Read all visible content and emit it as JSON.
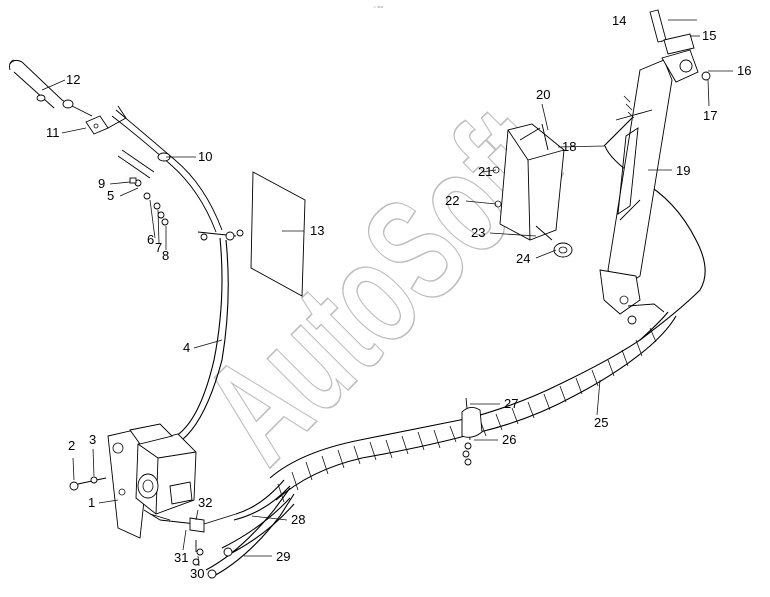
{
  "watermark": "AutoSoft",
  "top_mark": "~ ==",
  "parts": [
    {
      "id": "p1",
      "label": "1"
    },
    {
      "id": "p2",
      "label": "2"
    },
    {
      "id": "p3",
      "label": "3"
    },
    {
      "id": "p4",
      "label": "4"
    },
    {
      "id": "p5",
      "label": "5"
    },
    {
      "id": "p6",
      "label": "6"
    },
    {
      "id": "p7",
      "label": "7"
    },
    {
      "id": "p8",
      "label": "8"
    },
    {
      "id": "p9",
      "label": "9"
    },
    {
      "id": "p10",
      "label": "10"
    },
    {
      "id": "p11",
      "label": "11"
    },
    {
      "id": "p12",
      "label": "12"
    },
    {
      "id": "p13",
      "label": "13"
    },
    {
      "id": "p14",
      "label": "14"
    },
    {
      "id": "p15",
      "label": "15"
    },
    {
      "id": "p16",
      "label": "16"
    },
    {
      "id": "p17",
      "label": "17"
    },
    {
      "id": "p18",
      "label": "18"
    },
    {
      "id": "p19",
      "label": "19"
    },
    {
      "id": "p20",
      "label": "20"
    },
    {
      "id": "p21",
      "label": "21"
    },
    {
      "id": "p22",
      "label": "22"
    },
    {
      "id": "p23",
      "label": "23"
    },
    {
      "id": "p24",
      "label": "24"
    },
    {
      "id": "p25",
      "label": "25"
    },
    {
      "id": "p26",
      "label": "26"
    },
    {
      "id": "p27",
      "label": "27"
    },
    {
      "id": "p28",
      "label": "28"
    },
    {
      "id": "p29",
      "label": "29"
    },
    {
      "id": "p30",
      "label": "30"
    },
    {
      "id": "p31",
      "label": "31"
    },
    {
      "id": "p32",
      "label": "32"
    }
  ]
}
